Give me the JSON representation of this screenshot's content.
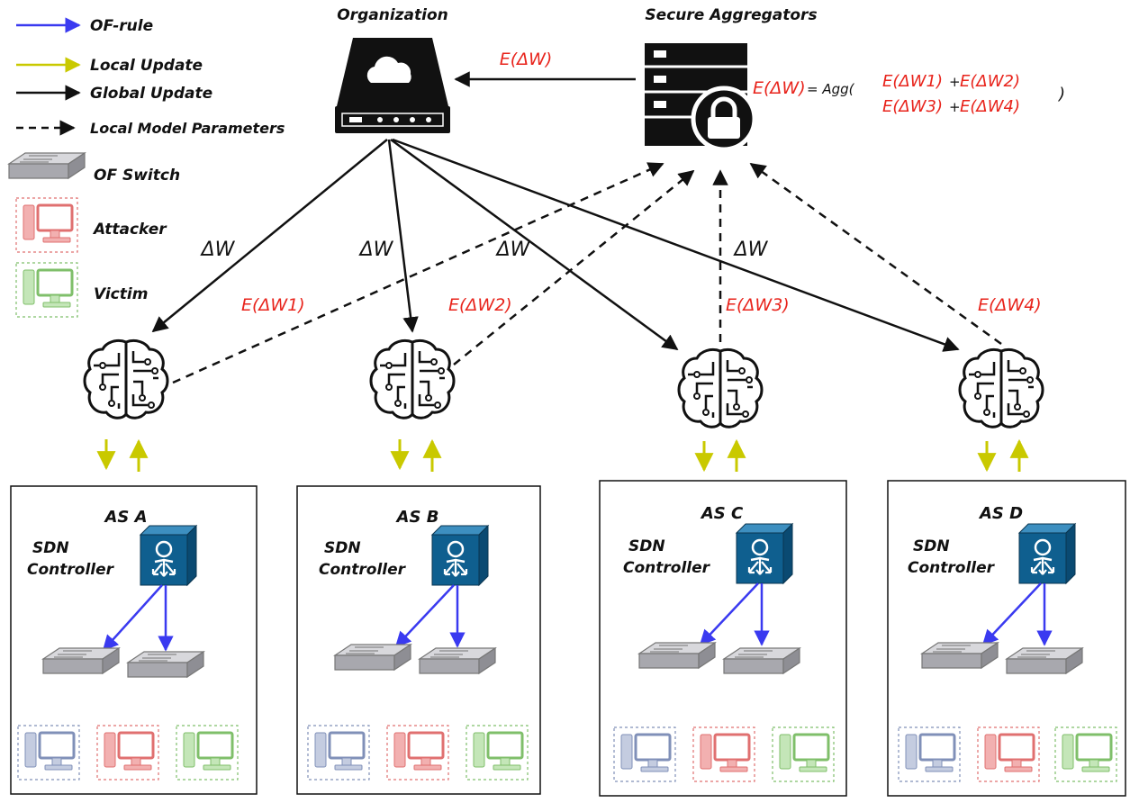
{
  "legend": {
    "of_rule": "OF-rule",
    "local_update": "Local Update",
    "global_update": "Global Update",
    "local_model_params": "Local Model Parameters",
    "of_switch": "OF Switch",
    "attacker": "Attacker",
    "victim": "Victim"
  },
  "nodes": {
    "organization": "Organization",
    "secure_aggregators": "Secure Aggregators"
  },
  "labels": {
    "org_from_agg": "E(ΔW)",
    "global_delta": "ΔW",
    "enc_w1": "E(ΔW1)",
    "enc_w2": "E(ΔW2)",
    "enc_w3": "E(ΔW3)",
    "enc_w4": "E(ΔW4)"
  },
  "formula": {
    "lhs": "E(ΔW)",
    "eq": " = Agg(",
    "t1": "E(ΔW1)",
    "plus1": "+",
    "t2": "E(ΔW2)",
    "t3": "E(ΔW3)",
    "plus2": "+",
    "t4": "E(ΔW4)",
    "close": ")"
  },
  "as_boxes": [
    {
      "title": "AS A",
      "controller_line1": "SDN",
      "controller_line2": "Controller"
    },
    {
      "title": "AS B",
      "controller_line1": "SDN",
      "controller_line2": "Controller"
    },
    {
      "title": "AS C",
      "controller_line1": "SDN",
      "controller_line2": "Controller"
    },
    {
      "title": "AS D",
      "controller_line1": "SDN",
      "controller_line2": "Controller"
    }
  ],
  "colors": {
    "of_rule": "#3a3af0",
    "local_update": "#c9c900",
    "global_update": "#111111",
    "encrypted_text": "#e8241c",
    "controller_fill": "#0f5f8f",
    "attacker": "#e07070",
    "victim": "#7fbf6a",
    "neutral_pc": "#8090b8"
  }
}
